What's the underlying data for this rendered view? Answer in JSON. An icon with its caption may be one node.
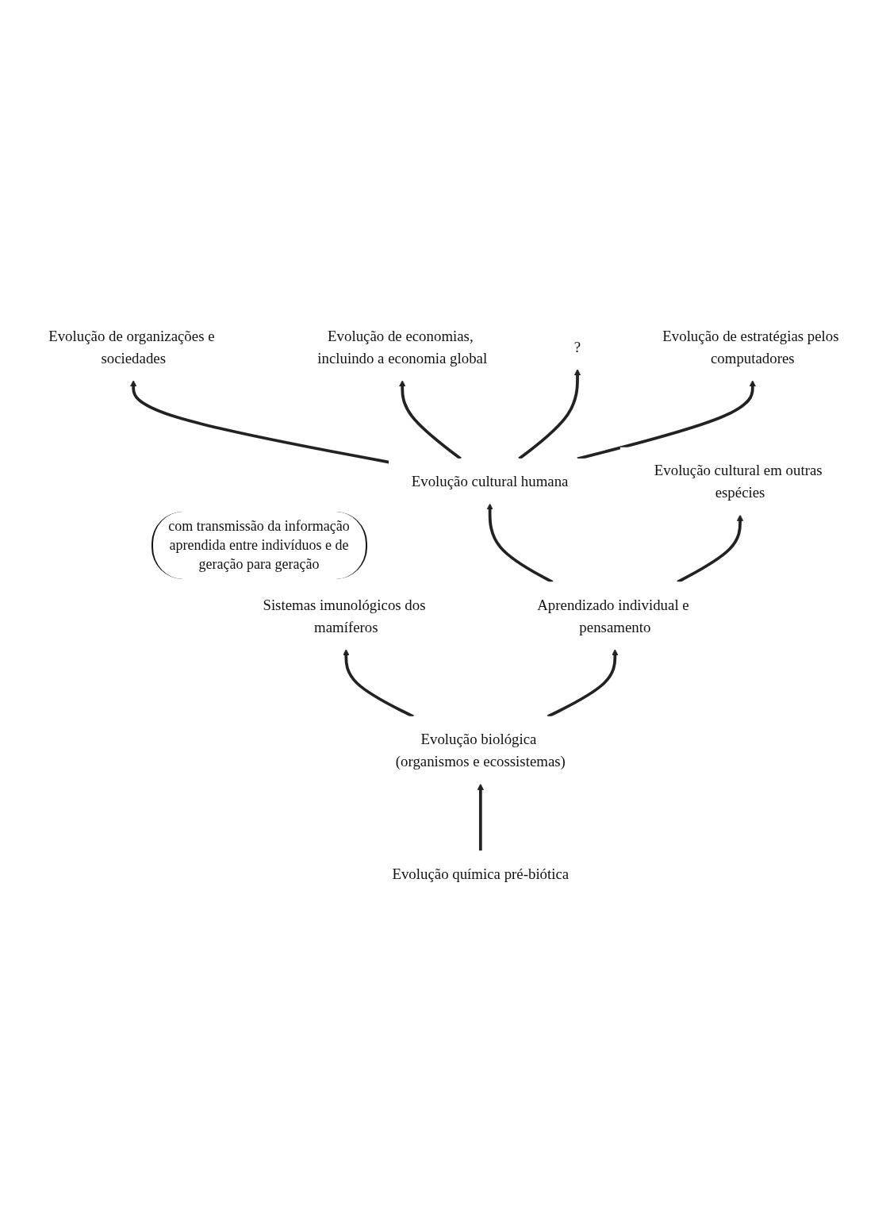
{
  "diagram": {
    "nodes": [
      {
        "text": [
          "Evolução química pré-biótica"
        ]
      },
      {
        "text": [
          "Evolução biológica (organismos e ecossistemas)"
        ]
      },
      {
        "text": [
          "Sistemas imunológicos dos mamíferos"
        ]
      },
      {
        "text": [
          "Aprendizado individual e pensamento"
        ]
      },
      {
        "text": [
          "Evolução cultural humana"
        ],
        "beside": [
          "com transmissão da informação aprendida entre indivíduos e de geração para geração"
        ]
      },
      {
        "text": [
          "Evolução cultural em outras espécies"
        ]
      },
      {
        "text": [
          "Evolução de organizações e sociedades"
        ]
      },
      {
        "text": [
          "Evolução de economias, incluindo a economia global"
        ]
      },
      {
        "text": [
          "?"
        ]
      },
      {
        "text": [
          "Evolução de estratégias pelos computadores"
        ]
      }
    ],
    "edges": [
      {
        "from": 0,
        "to": 1,
        "arrow": "to"
      },
      {
        "from": 1,
        "to": 2,
        "arrow": "to"
      },
      {
        "from": 1,
        "to": 3,
        "arrow": "to"
      },
      {
        "from": 3,
        "to": 4,
        "arrow": "to"
      },
      {
        "from": 3,
        "to": 5,
        "arrow": "to"
      },
      {
        "from": 4,
        "to": 6,
        "arrow": "to"
      },
      {
        "from": 4,
        "to": 7,
        "arrow": "to"
      },
      {
        "from": 4,
        "to": 8,
        "arrow": "to"
      },
      {
        "from": 4,
        "to": 9,
        "arrow": "to"
      }
    ]
  }
}
